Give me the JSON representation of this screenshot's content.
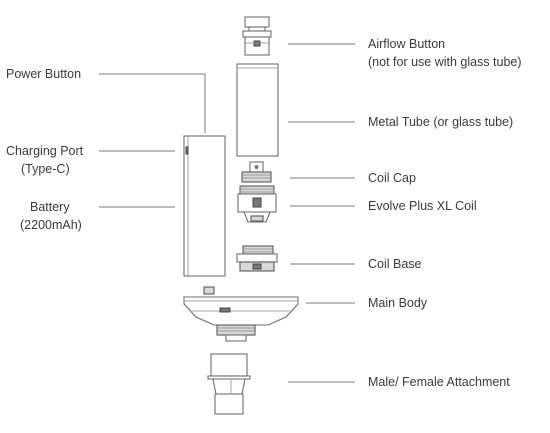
{
  "labels": {
    "airflow_button": [
      "Airflow Button",
      "(not for use with glass tube)"
    ],
    "metal_tube": "Metal Tube (or glass tube)",
    "coil_cap": "Coil Cap",
    "coil": "Evolve Plus XL Coil",
    "coil_base": "Coil Base",
    "main_body": "Main Body",
    "attachment": "Male/ Female Attachment",
    "power_button": "Power Button",
    "charging_port": [
      "Charging Port",
      "(Type-C)"
    ],
    "battery": [
      "Battery",
      "(2200mAh)"
    ]
  }
}
